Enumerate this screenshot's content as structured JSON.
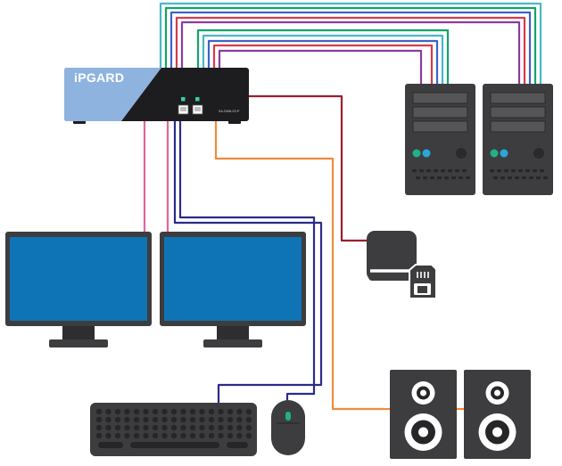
{
  "kvm_switch": {
    "brand": "iPGARD",
    "model": "SA-DMN-2S-P",
    "body_color": "#1d1d1f",
    "panel_color": "#8fb3df",
    "led_color": "#2fd1a0"
  },
  "cable_colors": {
    "teal": "#49b7c8",
    "green": "#12a46a",
    "blue": "#3b63c9",
    "red": "#d83a4a",
    "purple": "#8c3b9f",
    "pink": "#e0669c",
    "orange": "#f08a3c",
    "navy": "#2c2b8a",
    "dark_red": "#9a1f2e"
  },
  "device_colors": {
    "screen": "#0e74b6",
    "device_body": "#3d3d3f",
    "speaker_cone": "#ffffff",
    "indicator_green": "#21b08a",
    "indicator_blue": "#29a7d8"
  },
  "devices": {
    "computers": [
      {
        "name": "computer-1"
      },
      {
        "name": "computer-2"
      }
    ],
    "monitors": [
      {
        "name": "monitor-1"
      },
      {
        "name": "monitor-2"
      }
    ],
    "peripherals": [
      "keyboard",
      "mouse",
      "card-reader",
      "speakers"
    ]
  }
}
